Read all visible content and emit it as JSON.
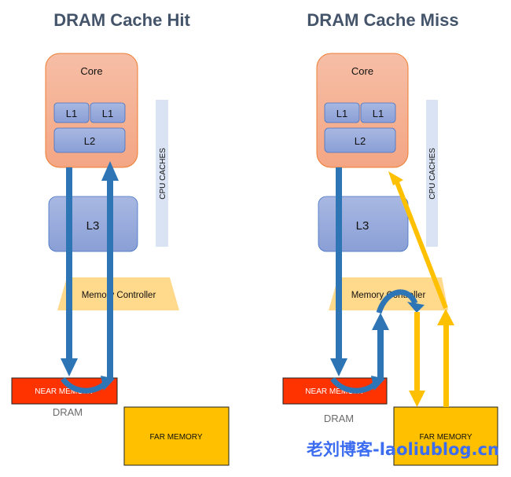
{
  "panels": [
    {
      "id": "hit",
      "title": "DRAM Cache Hit",
      "core_label": "Core",
      "l1_labels": [
        "L1",
        "L1"
      ],
      "l2_label": "L2",
      "l3_label": "L3",
      "cpu_caches_label": "CPU CACHES",
      "memory_controller_label": "Memory Controller",
      "near_memory_label": "NEAR MEMORY",
      "dram_label": "DRAM",
      "far_memory_label": "FAR MEMORY"
    },
    {
      "id": "miss",
      "title": "DRAM Cache Miss",
      "core_label": "Core",
      "l1_labels": [
        "L1",
        "L1"
      ],
      "l2_label": "L2",
      "l3_label": "L3",
      "cpu_caches_label": "CPU CACHES",
      "memory_controller_label": "Memory Controller",
      "near_memory_label": "NEAR MEMORY",
      "dram_label": "DRAM",
      "far_memory_label": "FAR MEMORY"
    }
  ],
  "watermark": "老刘博客-laoliublog.cn",
  "colors": {
    "title": "#44546a",
    "core_fill": "#f5b49a",
    "core_stroke": "#ed7d31",
    "cache_fill": "#8fa2d6",
    "cache_stroke": "#4472c4",
    "cpu_caches_bar": "#dae3f3",
    "memory_controller": "#ffd580",
    "near_memory": "#ff3300",
    "far_memory": "#ffc000",
    "blue_arrow": "#2e75b6",
    "yellow_arrow": "#ffc000",
    "watermark": "#3c6cf0"
  }
}
